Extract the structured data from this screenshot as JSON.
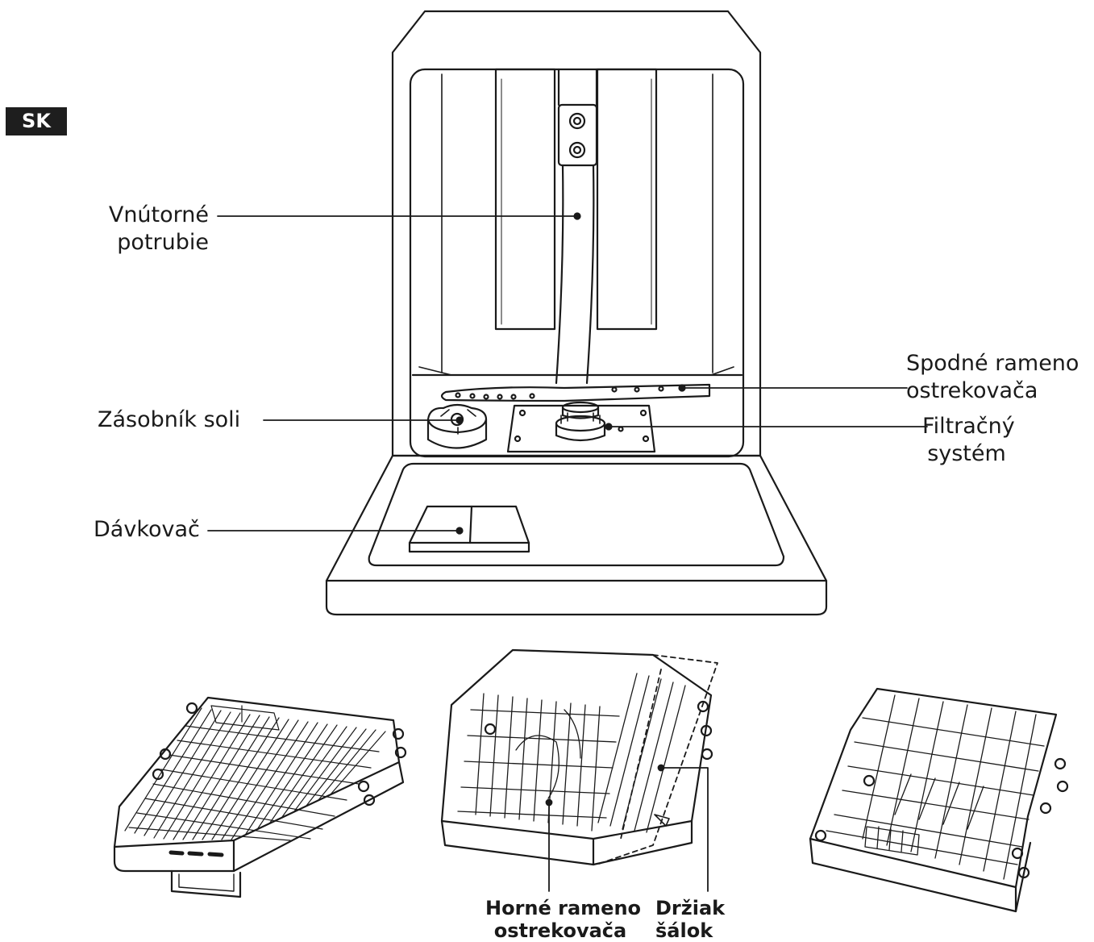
{
  "badge": "SK",
  "labels": {
    "inner_pipe": [
      "Vnútorné",
      "potrubie"
    ],
    "lower_spray_arm": [
      "Spodné rameno",
      "ostrekovača"
    ],
    "salt_container": [
      "Zásobník soli"
    ],
    "filter_system": [
      "Filtračný",
      "systém"
    ],
    "dispenser": [
      "Dávkovač"
    ],
    "upper_spray_arm": [
      "Horné rameno",
      "ostrekovača"
    ],
    "cup_holder": [
      "Držiak",
      "šálok"
    ]
  }
}
